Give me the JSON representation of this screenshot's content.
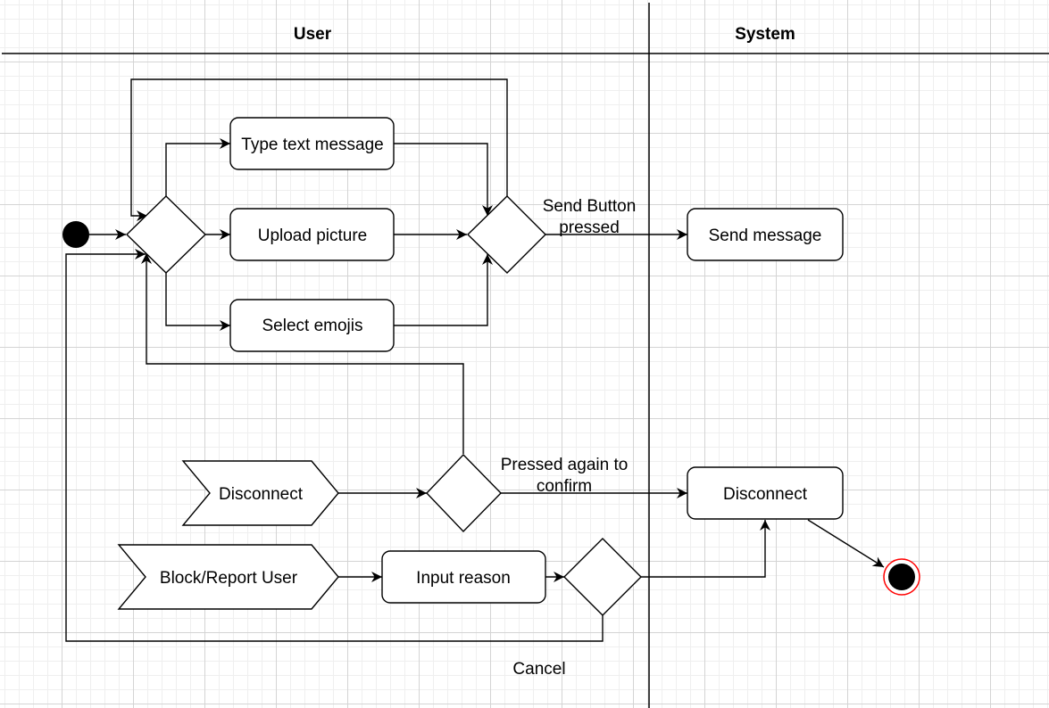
{
  "swimlanes": {
    "user": "User",
    "system": "System"
  },
  "nodes": {
    "type_text": "Type text message",
    "upload_picture": "Upload picture",
    "select_emojis": "Select emojis",
    "send_message": "Send message",
    "disconnect_signal": "Disconnect",
    "block_report_signal": "Block/Report User",
    "input_reason": "Input reason",
    "disconnect_action": "Disconnect"
  },
  "edge_labels": {
    "send_pressed_line1": "Send Button",
    "send_pressed_line2": "pressed",
    "pressed_again_line1": "Pressed again to",
    "pressed_again_line2": "confirm",
    "cancel": "Cancel"
  },
  "colors": {
    "line": "#000000",
    "final_node_ring": "#ff0000",
    "node_fill": "#ffffff"
  }
}
